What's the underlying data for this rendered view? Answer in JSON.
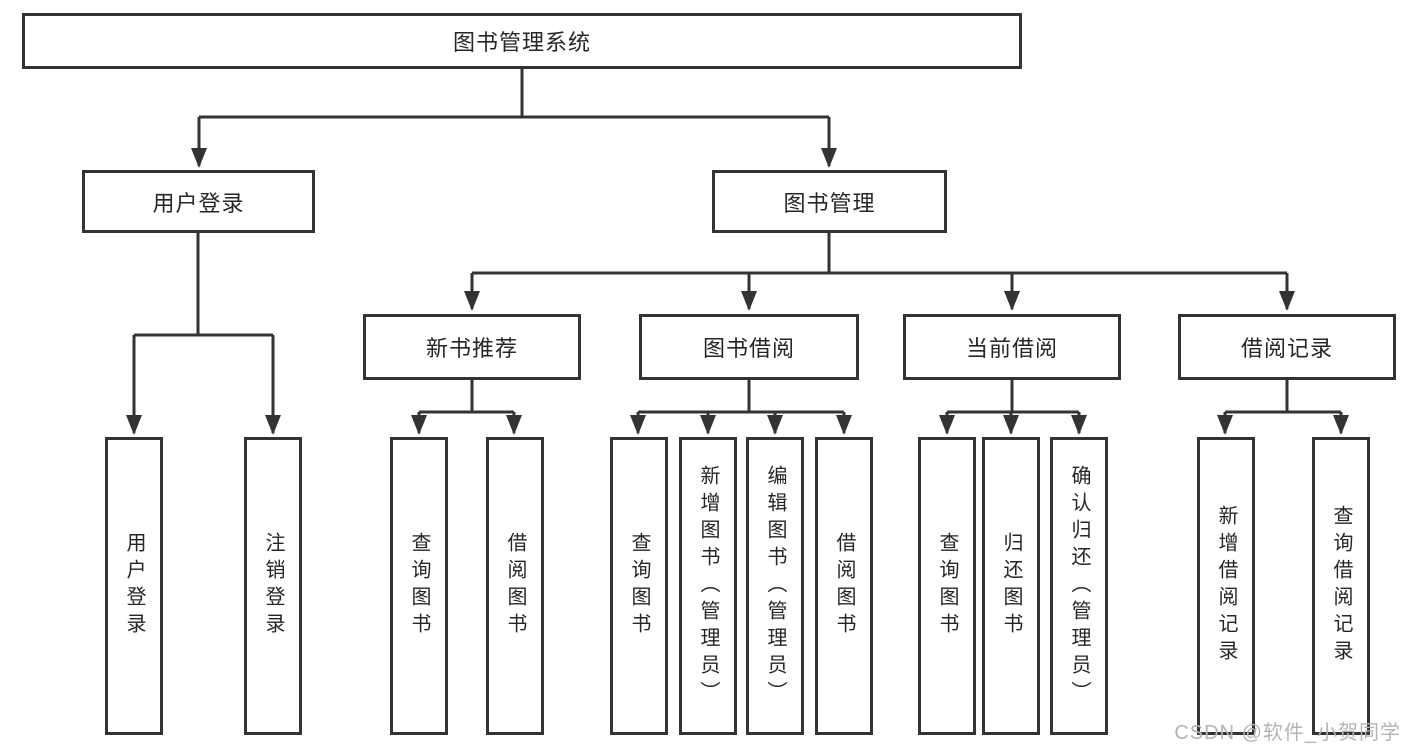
{
  "tree": {
    "root": {
      "label": "图书管理系统",
      "children": [
        {
          "label": "用户登录",
          "children": [
            {
              "label": "用户登录"
            },
            {
              "label": "注销登录"
            }
          ]
        },
        {
          "label": "图书管理",
          "children": [
            {
              "label": "新书推荐",
              "children": [
                {
                  "label": "查询图书"
                },
                {
                  "label": "借阅图书"
                }
              ]
            },
            {
              "label": "图书借阅",
              "children": [
                {
                  "label": "查询图书"
                },
                {
                  "label": "新增图书（管理员）"
                },
                {
                  "label": "编辑图书（管理员）"
                },
                {
                  "label": "借阅图书"
                }
              ]
            },
            {
              "label": "当前借阅",
              "children": [
                {
                  "label": "查询图书"
                },
                {
                  "label": "归还图书"
                },
                {
                  "label": "确认归还（管理员）"
                }
              ]
            },
            {
              "label": "借阅记录",
              "children": [
                {
                  "label": "新增借阅记录"
                },
                {
                  "label": "查询借阅记录"
                }
              ]
            }
          ]
        }
      ]
    }
  },
  "watermark": "CSDN @软件_小贺同学",
  "colors": {
    "line": "#333333",
    "box_border": "#333333",
    "box_fill": "#ffffff",
    "text": "#262626",
    "watermark": "#b9b2b2"
  }
}
